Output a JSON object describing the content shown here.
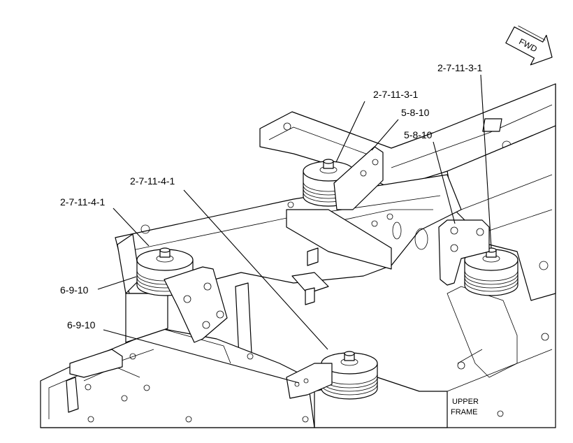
{
  "fwd_arrow": {
    "text": "FWD"
  },
  "callouts": [
    {
      "id": "c1",
      "text": "2-7-11-3-1"
    },
    {
      "id": "c2",
      "text": "2-7-11-3-1"
    },
    {
      "id": "c3",
      "text": "5-8-10"
    },
    {
      "id": "c4",
      "text": "5-8-10"
    },
    {
      "id": "c5",
      "text": "2-7-11-4-1"
    },
    {
      "id": "c6",
      "text": "2-7-11-4-1"
    },
    {
      "id": "c7",
      "text": "6-9-10"
    },
    {
      "id": "c8",
      "text": "6-9-10"
    }
  ],
  "frame_label": {
    "line1": "UPPER",
    "line2": "FRAME"
  }
}
